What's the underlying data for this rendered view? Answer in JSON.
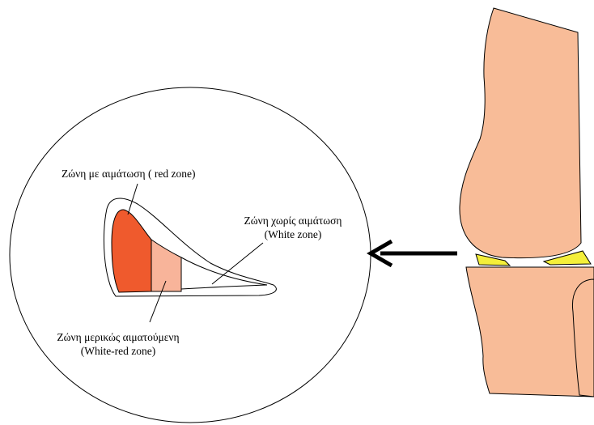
{
  "labels": {
    "red_zone": "Ζώνη με αιμάτωση ( red zone)",
    "white_zone_line1": "Ζώνη χωρίς αιμάτωση",
    "white_zone_line2": "(White  zone)",
    "white_red_zone_line1": "Ζώνη μερικώς αιματούμενη",
    "white_red_zone_line2": "(White-red zone)"
  },
  "colors": {
    "bone": "#f8bc98",
    "red_zone": "#ef5a2d",
    "white_red_zone": "#f8b49a",
    "white_zone": "#ffffff",
    "meniscus": "#f4ef3a",
    "outline": "#000000",
    "arrow": "#000000"
  }
}
